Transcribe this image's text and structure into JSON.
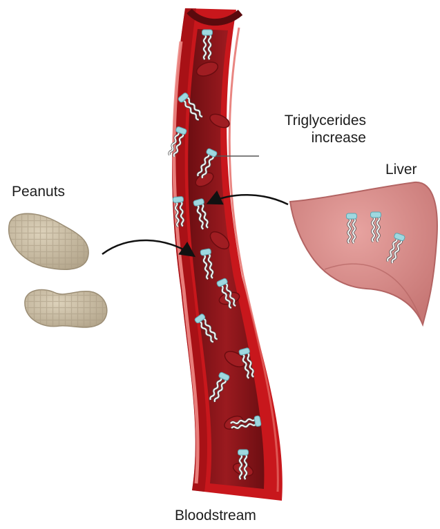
{
  "labels": {
    "triglycerides_line1": "Triglycerides",
    "triglycerides_line2": "increase",
    "liver": "Liver",
    "peanuts": "Peanuts",
    "bloodstream": "Bloodstream"
  },
  "colors": {
    "vessel_wall": "#c8171c",
    "vessel_wall_dark": "#8e0d12",
    "vessel_lumen": "#7d1418",
    "vessel_highlight": "#ee8b86",
    "blood_cell": "#a01d22",
    "liver": "#d98c8a",
    "liver_edge": "#b36463",
    "peanut": "#c9bca3",
    "peanut_grid": "#a89a82",
    "lipid_head": "#9fd8e0",
    "lipid_tail": "#f4f4f4",
    "arrow": "#111111"
  },
  "icons": {
    "triglyceride": "triglyceride-molecule-icon",
    "liver": "liver-icon",
    "peanut": "peanut-icon",
    "vessel": "blood-vessel-icon",
    "arrow": "arrow-icon"
  }
}
